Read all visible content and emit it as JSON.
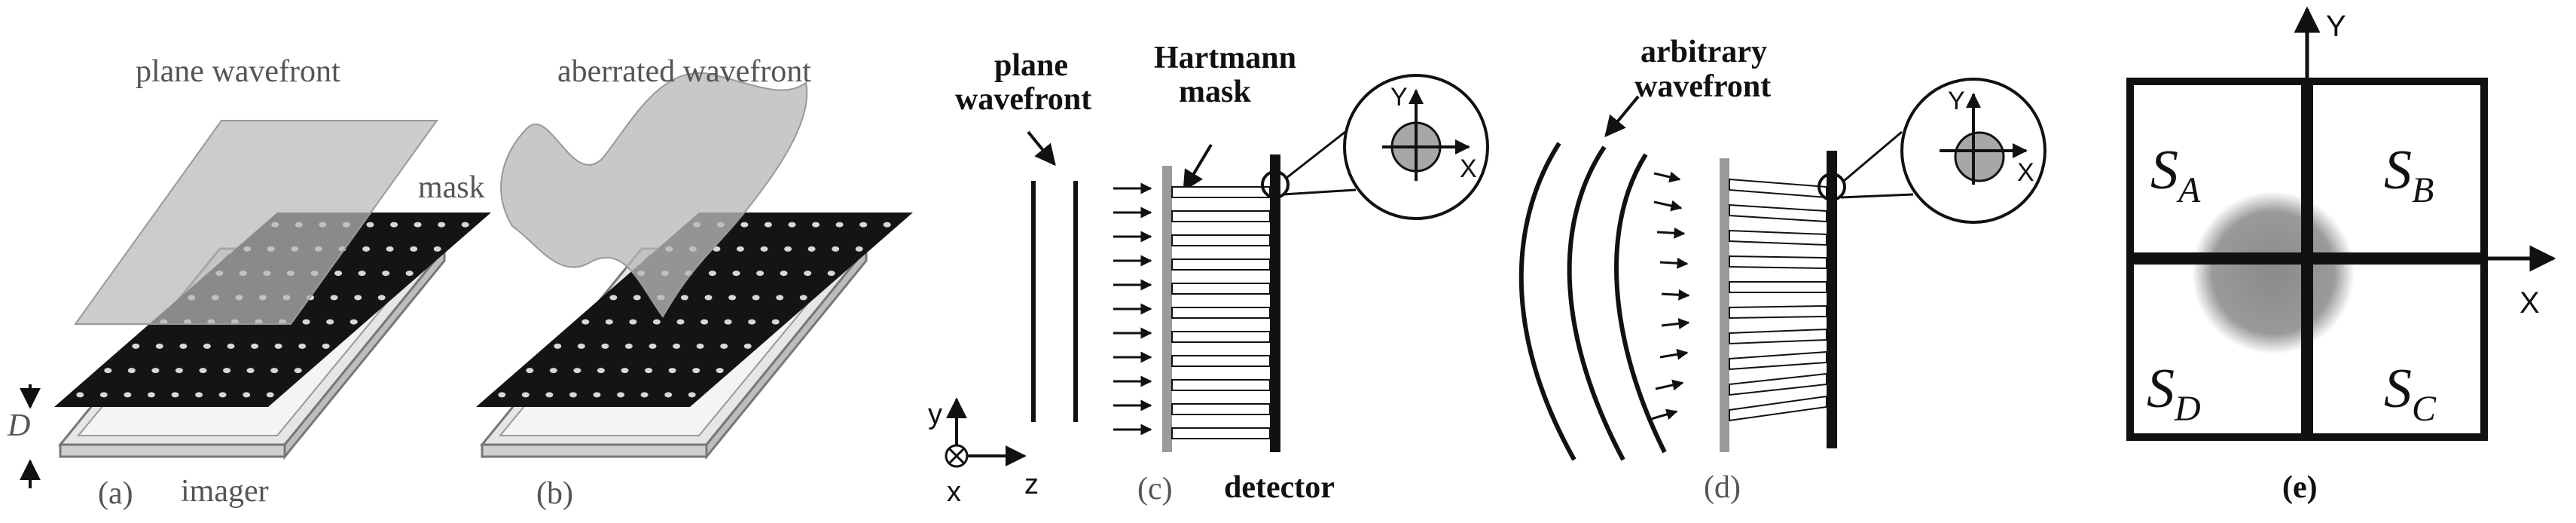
{
  "panel_a": {
    "title": "plane wavefront",
    "mask_label": "mask",
    "distance_label": "D",
    "imager_label": "imager",
    "caption": "(a)"
  },
  "panel_b": {
    "title": "aberrated wavefront",
    "caption": "(b)"
  },
  "panel_c": {
    "wavefront_label_1": "plane",
    "wavefront_label_2": "wavefront",
    "mask_label_1": "Hartmann",
    "mask_label_2": "mask",
    "detector_label": "detector",
    "caption": "(c)",
    "axis_y": "y",
    "axis_x": "x",
    "axis_z": "z",
    "zoom_x": "X",
    "zoom_y": "Y"
  },
  "panel_d": {
    "wavefront_label_1": "arbitrary",
    "wavefront_label_2": "wavefront",
    "caption": "(d)",
    "zoom_x": "X",
    "zoom_y": "Y"
  },
  "panel_e": {
    "axis_x": "X",
    "axis_y": "Y",
    "quadrants": [
      {
        "letter": "S",
        "sub": "A"
      },
      {
        "letter": "S",
        "sub": "B"
      },
      {
        "letter": "S",
        "sub": "D"
      },
      {
        "letter": "S",
        "sub": "C"
      }
    ],
    "caption": "(e)"
  }
}
